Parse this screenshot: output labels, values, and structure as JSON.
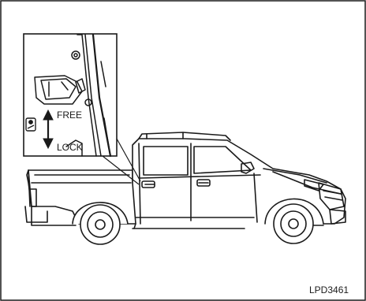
{
  "figure_code": "LPD3461",
  "inset": {
    "label_free": "FREE",
    "label_lock": "LOCK"
  },
  "icons": {
    "lock_symbol": "child-lock-icon",
    "arrow": "up-down-arrow-icon"
  }
}
